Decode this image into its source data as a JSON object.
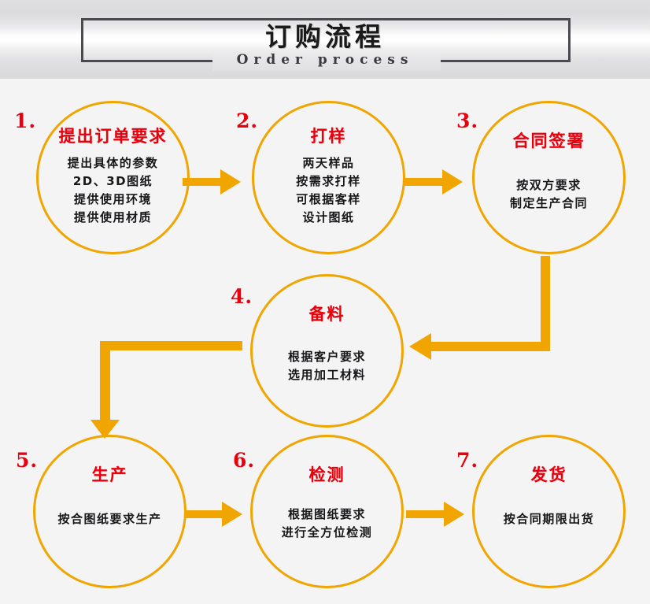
{
  "header": {
    "title": "订购流程",
    "subtitle": "Order process"
  },
  "colors": {
    "amber": "#F0A500",
    "title_red": "#E8000D",
    "body_black": "#17171A",
    "frame_gray": "#4A4A4F",
    "page_bg": "#F4F4F4"
  },
  "steps": [
    {
      "number": "1.",
      "title": "提出订单要求",
      "lines": [
        "提出具体的参数",
        "2D、3D图纸",
        "提供使用环境",
        "提供使用材质"
      ]
    },
    {
      "number": "2.",
      "title": "打样",
      "lines": [
        "两天样品",
        "按需求打样",
        "可根据客样",
        "设计图纸"
      ]
    },
    {
      "number": "3.",
      "title": "合同签署",
      "lines": [
        "按双方要求",
        "制定生产合同"
      ]
    },
    {
      "number": "4.",
      "title": "备料",
      "lines": [
        "根据客户要求",
        "选用加工材料"
      ]
    },
    {
      "number": "5.",
      "title": "生产",
      "lines": [
        "按合图纸要求生产"
      ]
    },
    {
      "number": "6.",
      "title": "检测",
      "lines": [
        "根据图纸要求",
        "进行全方位检测"
      ]
    },
    {
      "number": "7.",
      "title": "发货",
      "lines": [
        "按合同期限出货"
      ]
    }
  ],
  "connectors": [
    {
      "name": "arrow-step1-to-step2",
      "direction": "right"
    },
    {
      "name": "arrow-step2-to-step3",
      "direction": "right"
    },
    {
      "name": "arrow-step3-to-step4",
      "direction": "down-then-left"
    },
    {
      "name": "arrow-step4-to-step5",
      "direction": "left-then-down"
    },
    {
      "name": "arrow-step5-to-step6",
      "direction": "right"
    },
    {
      "name": "arrow-step6-to-step7",
      "direction": "right"
    }
  ]
}
